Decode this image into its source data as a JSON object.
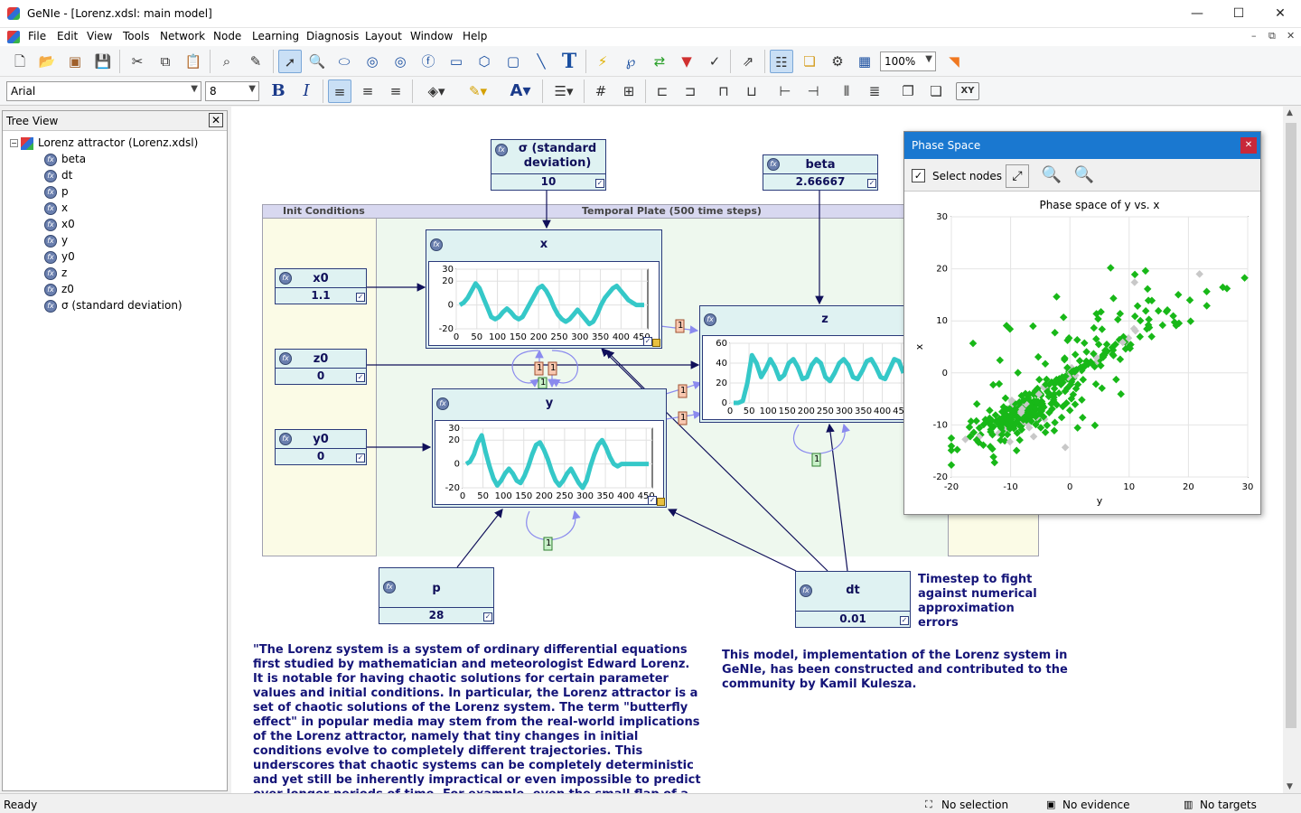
{
  "window": {
    "title": "GeNIe - [Lorenz.xdsl: main model]",
    "minimize": "—",
    "maximize": "☐",
    "close": "✕"
  },
  "menu": [
    "File",
    "Edit",
    "View",
    "Tools",
    "Network",
    "Node",
    "Learning",
    "Diagnosis",
    "Layout",
    "Window",
    "Help"
  ],
  "toolbar": {
    "zoom": "100%",
    "font": "Arial",
    "font_size": "8",
    "bold": "B",
    "italic": "I",
    "text_tool": "T",
    "font_color": "A",
    "xy": "XY"
  },
  "tree": {
    "title": "Tree View",
    "close": "✕",
    "root": "Lorenz attractor (Lorenz.xdsl)",
    "items": [
      "beta",
      "dt",
      "p",
      "x",
      "x0",
      "y",
      "y0",
      "z",
      "z0",
      "σ (standard deviation)"
    ]
  },
  "plates": {
    "init": "Init Conditions",
    "temporal": "Temporal Plate (500 time steps)"
  },
  "nodes": {
    "sigma": {
      "name": "σ (standard deviation)",
      "value": "10"
    },
    "beta": {
      "name": "beta",
      "value": "2.66667"
    },
    "x0": {
      "name": "x0",
      "value": "1.1"
    },
    "z0": {
      "name": "z0",
      "value": "0"
    },
    "y0": {
      "name": "y0",
      "value": "0"
    },
    "x": {
      "name": "x"
    },
    "y": {
      "name": "y"
    },
    "z": {
      "name": "z"
    },
    "p": {
      "name": "p",
      "value": "28"
    },
    "dt": {
      "name": "dt",
      "value": "0.01"
    }
  },
  "temporal_labels": {
    "one": "1"
  },
  "dt_note": "Timestep to fight against numerical approximation errors",
  "quote": "\"The Lorenz system is a system of ordinary differential equations first studied by mathematician and meteorologist Edward Lorenz. It is notable for having chaotic solutions for certain parameter values and initial conditions. In particular, the Lorenz attractor is a set of chaotic solutions of the Lorenz system. The term \"butterfly effect\" in popular media may stem from the real-world implications of the Lorenz attractor, namely that tiny changes in initial conditions evolve to completely different trajectories. This underscores that chaotic systems can be completely deterministic and yet still be inherently impractical or even impossible to predict over longer periods of time. For example, even the small flap of a butterfly's wings could set the earth's atmosphere on a vastly different trajectory, in which for example",
  "credit": "This model, implementation of the Lorenz system in GeNIe, has been constructed and contributed to the community by Kamil Kulesza.",
  "phase": {
    "title": "Phase Space",
    "close": "✕",
    "select_nodes": "Select nodes"
  },
  "status": {
    "ready": "Ready",
    "selection": "No selection",
    "evidence": "No evidence",
    "targets": "No targets"
  },
  "chart_data": [
    {
      "type": "line",
      "title": "",
      "series": [
        {
          "name": "x"
        }
      ],
      "xticks": [
        "0",
        "50",
        "100",
        "150",
        "200",
        "250",
        "300",
        "350",
        "400",
        "450"
      ],
      "yticks": [
        "30",
        "20",
        "0",
        "-20"
      ],
      "ylim": [
        -20,
        30
      ],
      "color": "#35c8c8",
      "values": [
        0,
        2,
        6,
        12,
        18,
        14,
        6,
        -2,
        -10,
        -12,
        -10,
        -6,
        -3,
        -6,
        -10,
        -12,
        -10,
        -4,
        2,
        8,
        14,
        16,
        12,
        6,
        -2,
        -8,
        -12,
        -14,
        -12,
        -8,
        -4,
        -8,
        -12,
        -16,
        -14,
        -8,
        0,
        6,
        10,
        14,
        16,
        12,
        8,
        4,
        2,
        0,
        0,
        0
      ]
    },
    {
      "type": "line",
      "title": "",
      "series": [
        {
          "name": "y"
        }
      ],
      "xticks": [
        "0",
        "50",
        "100",
        "150",
        "200",
        "250",
        "300",
        "350",
        "400",
        "450"
      ],
      "yticks": [
        "30",
        "20",
        "0",
        "-20"
      ],
      "ylim": [
        -20,
        30
      ],
      "color": "#35c8c8",
      "values": [
        0,
        2,
        8,
        18,
        24,
        10,
        -2,
        -12,
        -18,
        -14,
        -8,
        -4,
        -8,
        -14,
        -16,
        -10,
        -2,
        8,
        16,
        18,
        12,
        4,
        -6,
        -14,
        -18,
        -14,
        -8,
        -4,
        -10,
        -16,
        -20,
        -14,
        -2,
        8,
        16,
        20,
        14,
        6,
        0,
        -2,
        0,
        0,
        0,
        0,
        0,
        0,
        0,
        0
      ]
    },
    {
      "type": "line",
      "title": "",
      "series": [
        {
          "name": "z"
        }
      ],
      "xticks": [
        "0",
        "50",
        "100",
        "150",
        "200",
        "250",
        "300",
        "350",
        "400",
        "450"
      ],
      "yticks": [
        "60",
        "40",
        "20",
        "0"
      ],
      "ylim": [
        0,
        60
      ],
      "color": "#35c8c8",
      "values": [
        0,
        0,
        2,
        20,
        48,
        40,
        26,
        34,
        44,
        36,
        24,
        28,
        40,
        44,
        36,
        24,
        26,
        38,
        44,
        40,
        26,
        22,
        30,
        40,
        44,
        38,
        26,
        24,
        32,
        42,
        44,
        36,
        26,
        24,
        34,
        44,
        42,
        30
      ]
    },
    {
      "type": "scatter",
      "title": "Phase space of y vs. x",
      "xlabel": "y",
      "ylabel": "x",
      "xlim": [
        -20,
        30
      ],
      "ylim": [
        -20,
        30
      ],
      "xticks": [
        "-20",
        "-10",
        "0",
        "10",
        "20",
        "30"
      ],
      "yticks": [
        "30",
        "20",
        "10",
        "0",
        "-10",
        "-20"
      ],
      "color": "#18b818",
      "ghost_color": "#c8c8c8"
    }
  ]
}
